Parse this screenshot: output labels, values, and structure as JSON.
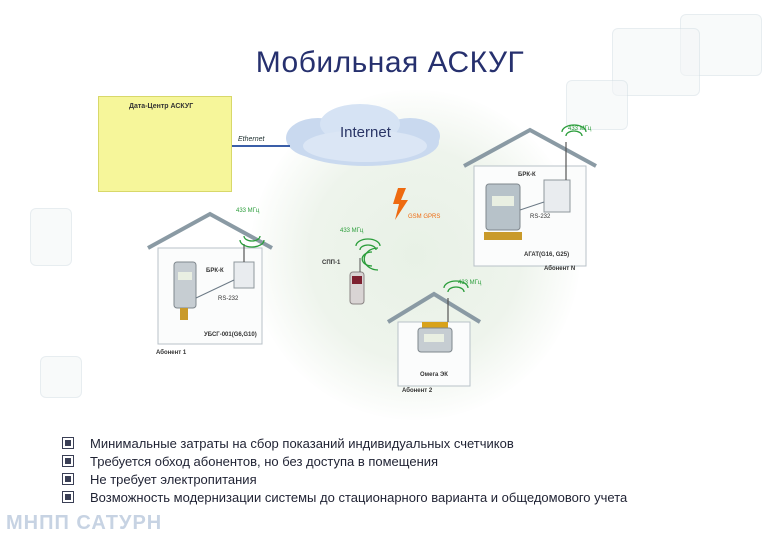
{
  "slide": {
    "title": "Мобильная АСКУГ",
    "brand": "МНПП САТУРН"
  },
  "diagram": {
    "data_center": "Дата-Центр АСКУГ",
    "ethernet": "Ethernet",
    "internet": "Internet",
    "gsm": "GSM GPRS",
    "spp": "СПП-1",
    "freq_spp": "433 МГц",
    "freq_home1": "433 МГц",
    "freq_homeN": "433 МГц",
    "freq_home2": "433 МГц",
    "home1": {
      "brk": "БРК-К",
      "rs": "RS-232",
      "meter": "УБСГ-001(G6,G10)",
      "subscriber": "Абонент 1"
    },
    "homeN": {
      "brk": "БРК-К",
      "rs": "RS-232",
      "meter": "АГАТ(G16, G25)",
      "subscriber": "Абонент N"
    },
    "home2": {
      "meter": "Омега ЭК",
      "subscriber": "Абонент 2"
    }
  },
  "bullets": [
    "Минимальные затраты на сбор показаний индивидуальных счетчиков",
    "Требуется обход абонентов, но без доступа в помещения",
    "Не требует электропитания",
    "Возможность модернизации системы до стационарного варианта и общедомового учета"
  ],
  "colors": {
    "title": "#26306e",
    "data_center_bg": "#f6f69a",
    "radio_wave": "#2a9d3a",
    "lightning": "#ee6a10",
    "bullet_text": "#1f2233"
  },
  "icons": [
    "computer-icon",
    "cloud-icon",
    "lightning-icon",
    "radio-wave-icon",
    "house-icon",
    "gas-meter-icon",
    "handheld-terminal-icon",
    "checkbox-bullet-icon"
  ]
}
